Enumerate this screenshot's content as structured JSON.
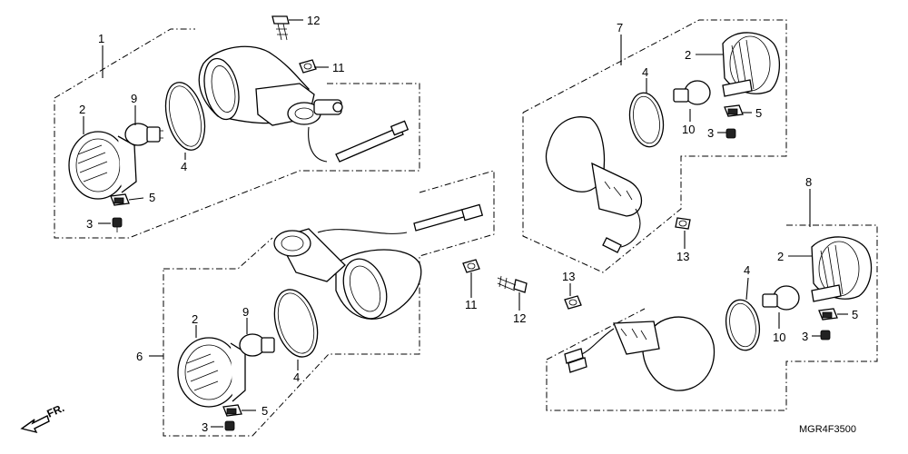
{
  "diagram": {
    "code": "MGR4F3500",
    "direction_label": "FR.",
    "callouts": {
      "c1": "1",
      "c2a": "2",
      "c9a": "9",
      "c4a": "4",
      "c5a": "5",
      "c3a": "3",
      "c12a": "12",
      "c11a": "11",
      "c6": "6",
      "c2b": "2",
      "c9b": "9",
      "c4b": "4",
      "c5b": "5",
      "c3b": "3",
      "c11b": "11",
      "c12b": "12",
      "c7": "7",
      "c2c": "2",
      "c4c": "4",
      "c10c": "10",
      "c5c": "5",
      "c3c": "3",
      "c13c": "13",
      "c8": "8",
      "c2d": "2",
      "c4d": "4",
      "c10d": "10",
      "c5d": "5",
      "c3d": "3",
      "c13d": "13"
    }
  }
}
